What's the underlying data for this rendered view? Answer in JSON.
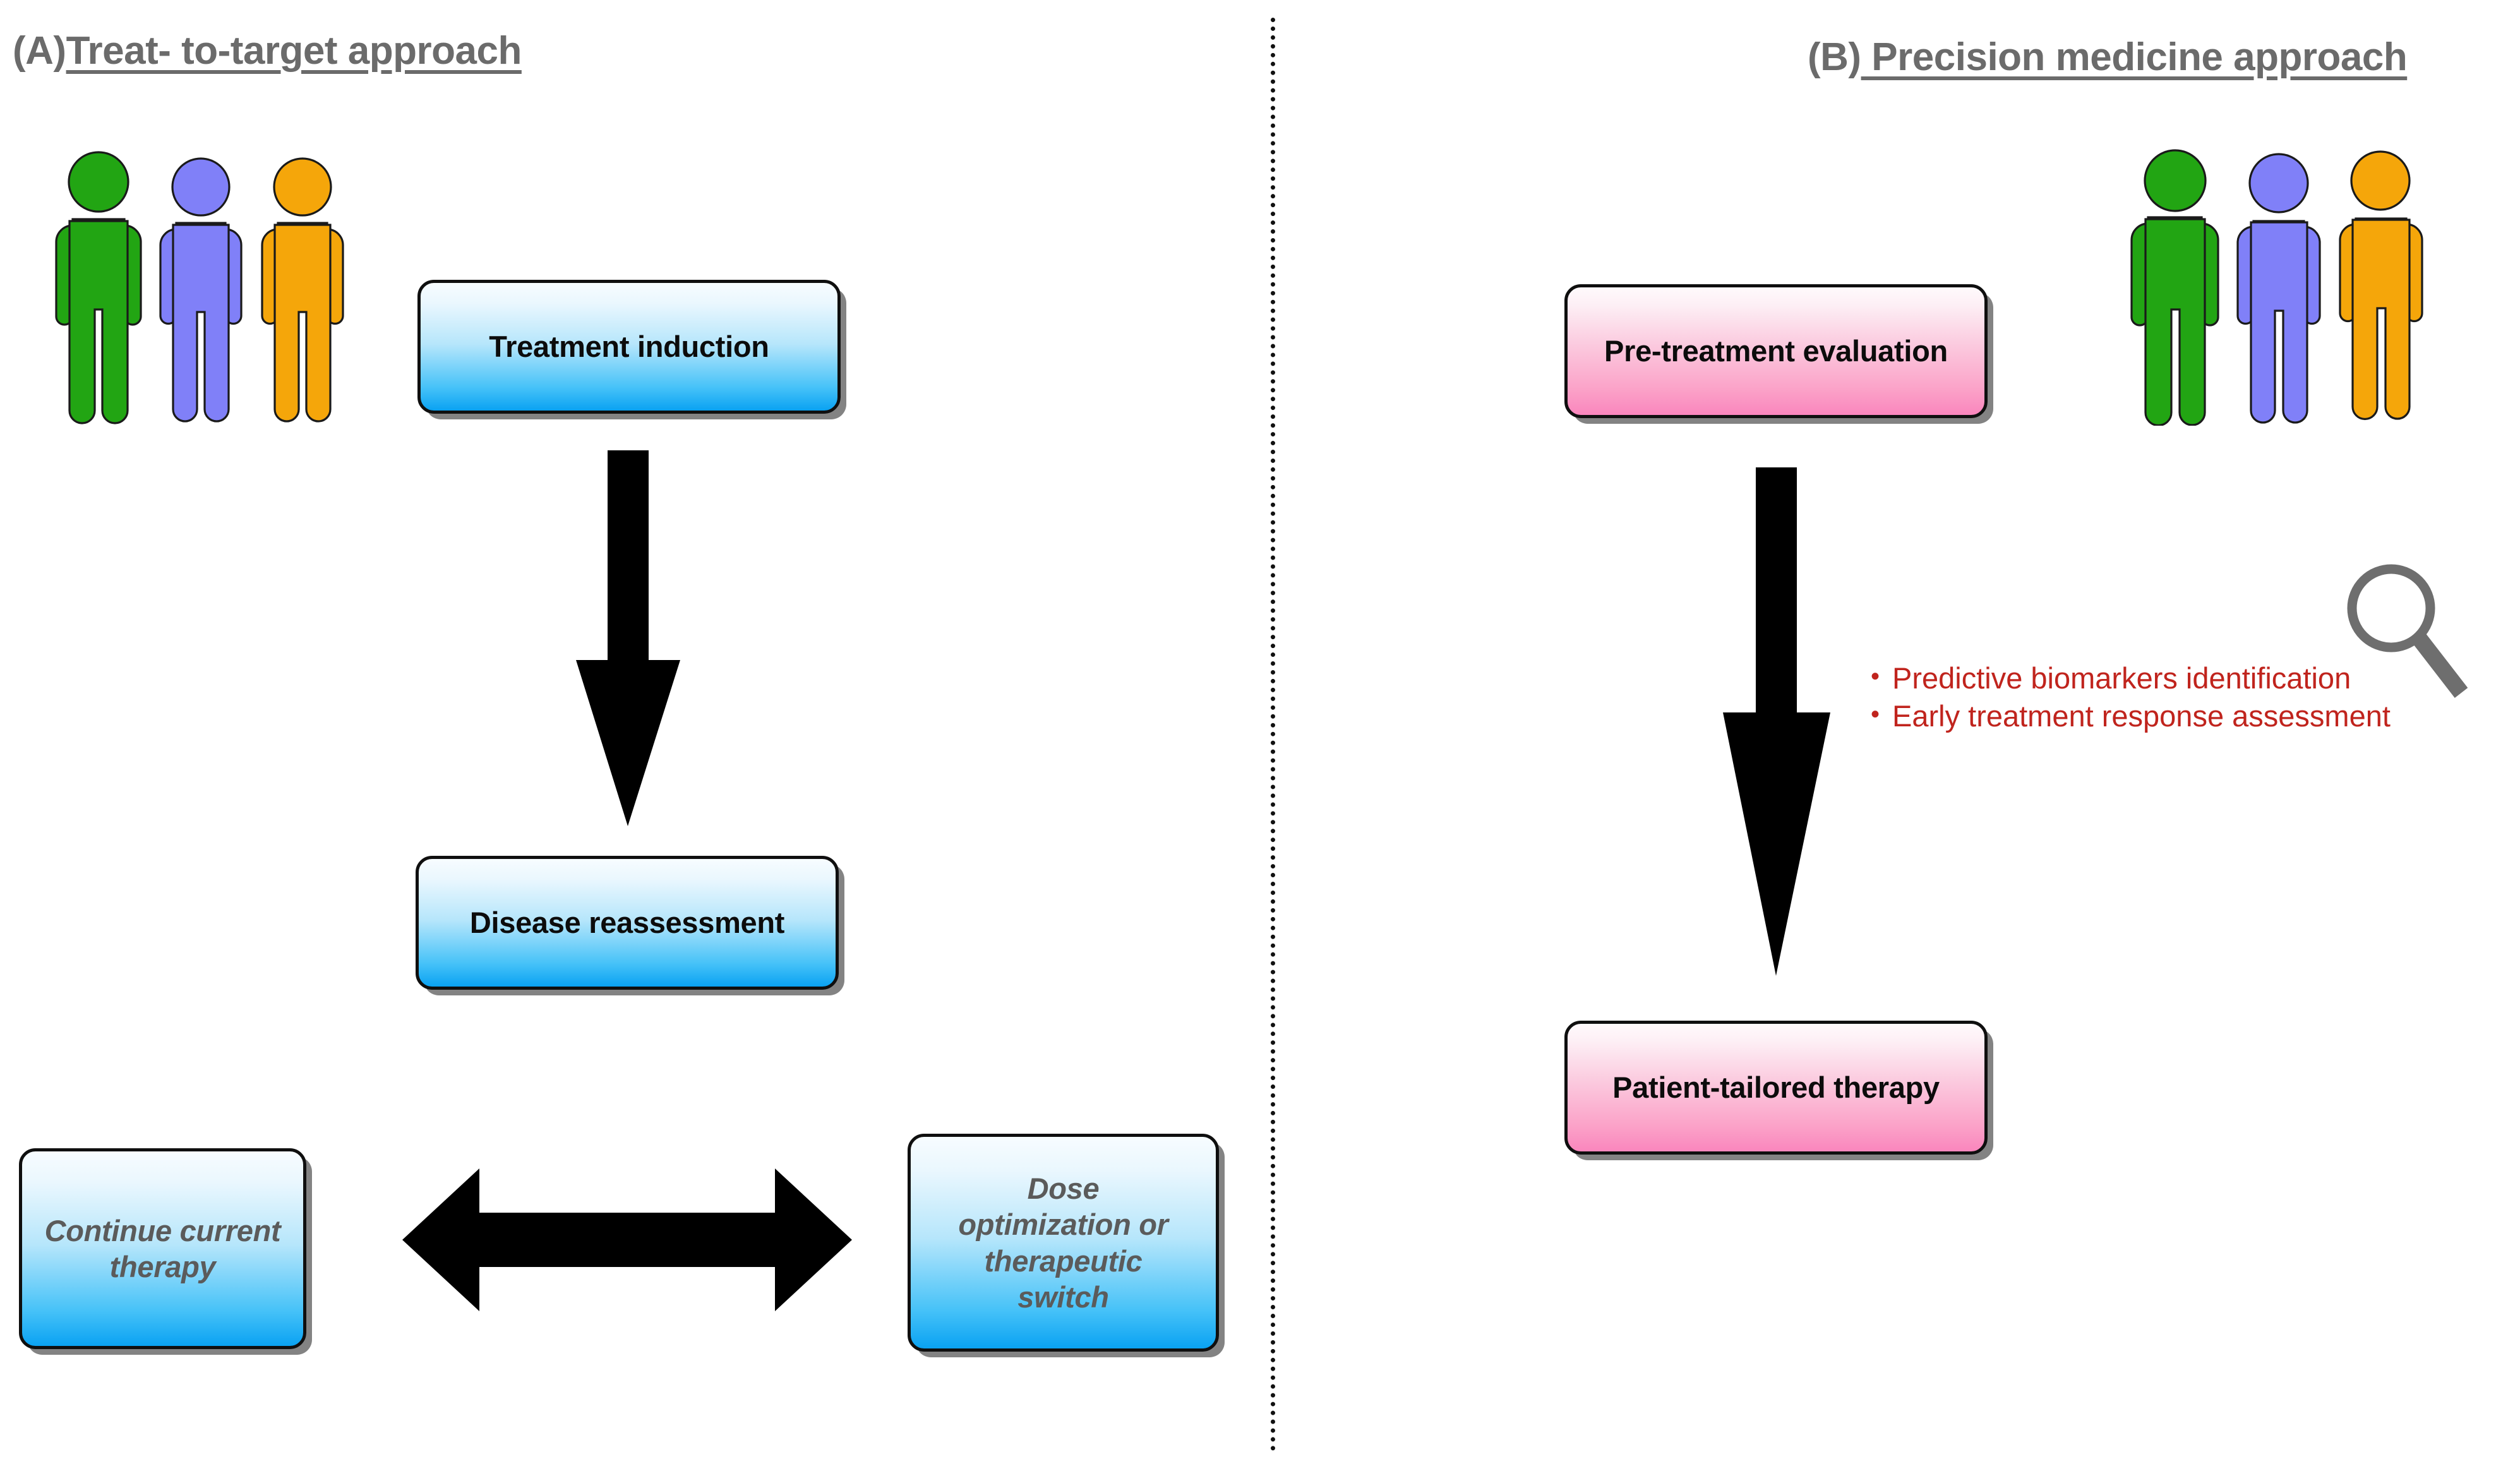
{
  "figure": {
    "background": "#ffffff",
    "divider": {
      "name": "vertical-dotted-divider",
      "style": "dotted",
      "color": "#111111"
    }
  },
  "panel_a": {
    "label": "(A)",
    "title": "Treat- to-target approach",
    "title_color": "#6b6b6b",
    "boxes": [
      {
        "id": "treatment-induction",
        "text": "Treatment induction",
        "fill": "blue",
        "text_style": "bold"
      },
      {
        "id": "disease-reassessment",
        "text": "Disease reassessment",
        "fill": "blue",
        "text_style": "bold"
      },
      {
        "id": "continue-current-therapy",
        "text": "Continue current\ntherapy",
        "fill": "blue",
        "text_style": "bold-italic"
      },
      {
        "id": "dose-optimization-or-therapeutic-switch",
        "text": "Dose\noptimization or\ntherapeutic\nswitch",
        "fill": "blue",
        "text_style": "bold-italic"
      }
    ],
    "arrows": [
      {
        "id": "arrow-down-a",
        "direction": "down",
        "color": "#000000"
      },
      {
        "id": "arrow-bidirectional",
        "direction": "left-right",
        "color": "#000000"
      }
    ],
    "people": [
      {
        "color": "#22a513",
        "name": "person-green"
      },
      {
        "color": "#8080f8",
        "name": "person-purple"
      },
      {
        "color": "#f5a60a",
        "name": "person-orange"
      }
    ]
  },
  "panel_b": {
    "label": "(B)",
    "title": " Precision medicine approach",
    "title_color": "#6b6b6b",
    "boxes": [
      {
        "id": "pre-treatment-evaluation",
        "text": "Pre-treatment evaluation",
        "fill": "pink",
        "text_style": "bold"
      },
      {
        "id": "patient-tailored-therapy",
        "text": "Patient-tailored therapy",
        "fill": "pink",
        "text_style": "bold"
      }
    ],
    "arrows": [
      {
        "id": "arrow-down-b",
        "direction": "down",
        "color": "#000000"
      }
    ],
    "people": [
      {
        "color": "#22a513",
        "name": "person-green"
      },
      {
        "color": "#8080f8",
        "name": "person-purple"
      },
      {
        "color": "#f5a60a",
        "name": "person-orange"
      }
    ],
    "biomarkers": {
      "color": "#c0241d",
      "bullet": "•",
      "items": [
        "Predictive biomarkers identification",
        "Early treatment response assessment"
      ]
    },
    "magnifier_icon": {
      "name": "magnifier-icon",
      "color": "#6e6e6e"
    }
  },
  "colors": {
    "blue_box_top": "#f7fcff",
    "blue_box_bottom": "#0aa2f2",
    "pink_box_top": "#fffafc",
    "pink_box_bottom": "#fa86bd",
    "box_border": "#0f0f0f",
    "italic_text": "#5b5b5b",
    "bold_text": "#0c0c0c",
    "title_gray": "#6b6b6b",
    "biomarker_red": "#c0241d",
    "person_green": "#22a513",
    "person_purple": "#8080f8",
    "person_orange": "#f5a60a",
    "magnifier_gray": "#6e6e6e"
  }
}
